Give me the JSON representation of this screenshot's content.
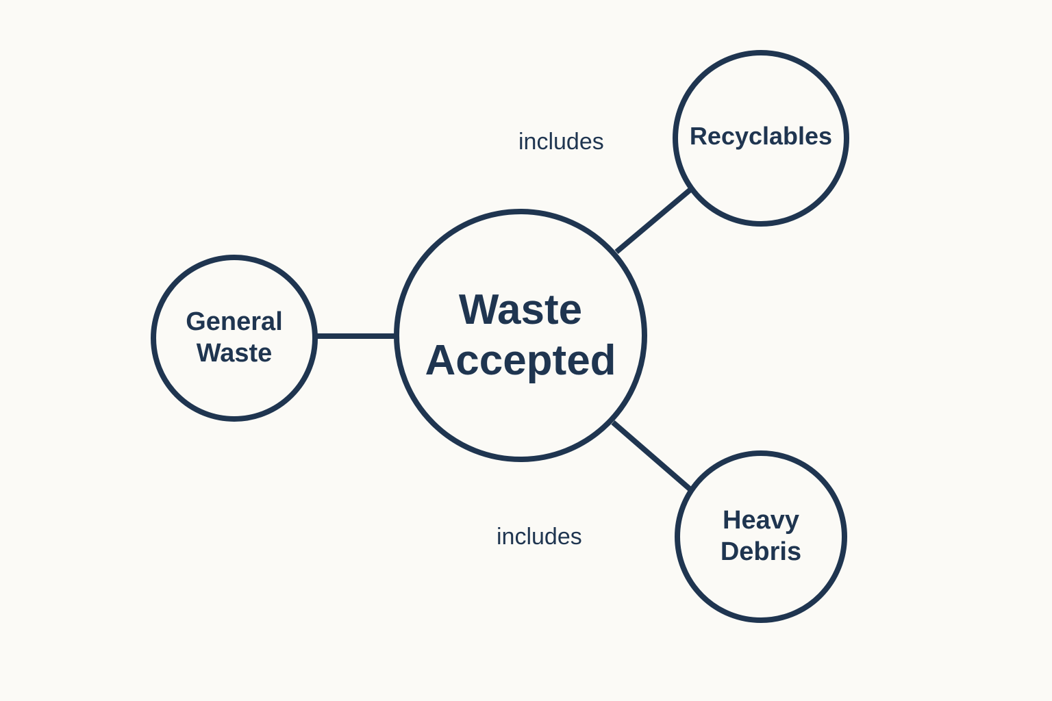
{
  "color": "#1f3550",
  "center": {
    "label_line1": "Waste",
    "label_line2": "Accepted"
  },
  "nodes": {
    "general": {
      "line1": "General",
      "line2": "Waste"
    },
    "recyclables": {
      "line1": "Recyclables"
    },
    "heavy": {
      "line1": "Heavy",
      "line2": "Debris"
    }
  },
  "edge_labels": {
    "top": "includes",
    "bottom": "includes"
  }
}
